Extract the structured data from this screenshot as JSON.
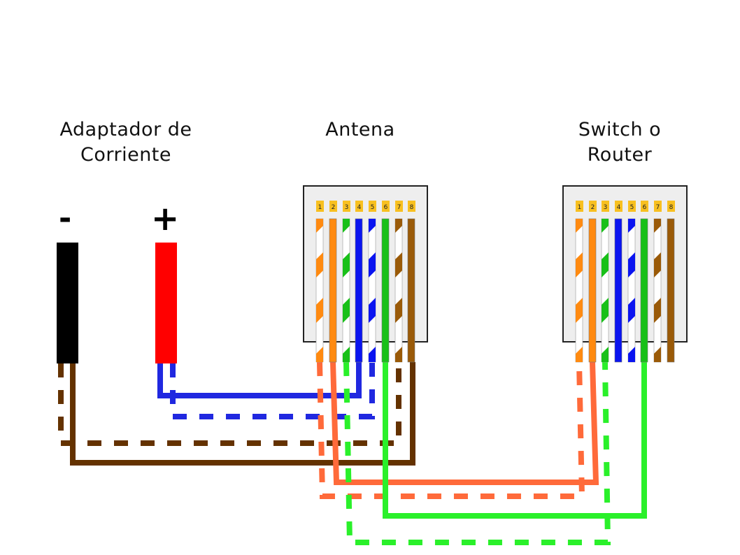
{
  "titles": {
    "adapter": "Adaptador de\nCorriente",
    "antena": "Antena",
    "switch": "Switch o\nRouter"
  },
  "adapter": {
    "negative_label": "-",
    "positive_label": "+",
    "negative_color": "#000000",
    "positive_color": "#ff0000"
  },
  "connectors": [
    {
      "name": "antena",
      "pin_labels": [
        "1",
        "2",
        "3",
        "4",
        "5",
        "6",
        "7",
        "8"
      ]
    },
    {
      "name": "switch",
      "pin_labels": [
        "1",
        "2",
        "3",
        "4",
        "5",
        "6",
        "7",
        "8"
      ]
    }
  ],
  "wire_scheme": [
    {
      "pin": 1,
      "name": "white-orange",
      "color": "#ff8a10",
      "striped": true
    },
    {
      "pin": 2,
      "name": "orange",
      "color": "#ff8a10",
      "striped": false
    },
    {
      "pin": 3,
      "name": "white-green",
      "color": "#18c018",
      "striped": true
    },
    {
      "pin": 4,
      "name": "blue",
      "color": "#0a14f0",
      "striped": false
    },
    {
      "pin": 5,
      "name": "white-blue",
      "color": "#0a14f0",
      "striped": true
    },
    {
      "pin": 6,
      "name": "green",
      "color": "#18c018",
      "striped": false
    },
    {
      "pin": 7,
      "name": "white-brown",
      "color": "#9a5a08",
      "striped": true
    },
    {
      "pin": 8,
      "name": "brown",
      "color": "#9a5a08",
      "striped": false
    }
  ],
  "colors": {
    "pin_label_bg": "#f8c020",
    "connector_bg": "#eeeeee",
    "connector_border": "#222222",
    "line_orange": "#ff6a3a",
    "line_green": "#2af02a",
    "line_blue": "#2028e0",
    "line_brown": "#643200"
  },
  "connections": [
    {
      "from": "antena pin 1",
      "to": "switch pin 1",
      "style": "dashed",
      "color": "line_orange"
    },
    {
      "from": "antena pin 2",
      "to": "switch pin 2",
      "style": "solid",
      "color": "line_orange"
    },
    {
      "from": "antena pin 3",
      "to": "switch pin 3",
      "style": "dashed",
      "color": "line_green"
    },
    {
      "from": "antena pin 6",
      "to": "switch pin 6",
      "style": "solid",
      "color": "line_green"
    },
    {
      "from": "antena pin 4",
      "to": "adapter +",
      "style": "solid",
      "color": "line_blue"
    },
    {
      "from": "antena pin 5",
      "to": "adapter +",
      "style": "dashed",
      "color": "line_blue"
    },
    {
      "from": "antena pin 7",
      "to": "adapter -",
      "style": "dashed",
      "color": "line_brown"
    },
    {
      "from": "antena pin 8",
      "to": "adapter -",
      "style": "solid",
      "color": "line_brown"
    }
  ]
}
